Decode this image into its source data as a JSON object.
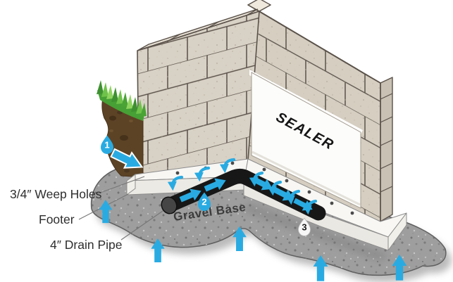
{
  "diagram": {
    "type": "foundation-drainage-cutaway",
    "labels": {
      "weep_holes": "3/4″ Weep Holes",
      "footer": "Footer",
      "drain_pipe": "4″ Drain Pipe",
      "gravel_base": "Gravel Base",
      "sealer": "SEALER"
    },
    "markers": [
      {
        "number": "1",
        "fill": "#29abe2",
        "text_color": "#ffffff"
      },
      {
        "number": "2",
        "fill": "#29abe2",
        "text_color": "#ffffff"
      },
      {
        "number": "3",
        "fill": "#f7f7f7",
        "text_color": "#1a1a1a"
      }
    ],
    "colors": {
      "arrow": "#29abe2",
      "wall_face": "#d8d1c5",
      "wall_top": "#e7e0d5",
      "mortar": "#5a524a",
      "gravel": "#9e9e9e",
      "soil": "#5c4325",
      "grass": "#4aa335",
      "footer": "#f8f7f4",
      "pipe": "#171717",
      "label_text": "#2e2e2e"
    }
  }
}
